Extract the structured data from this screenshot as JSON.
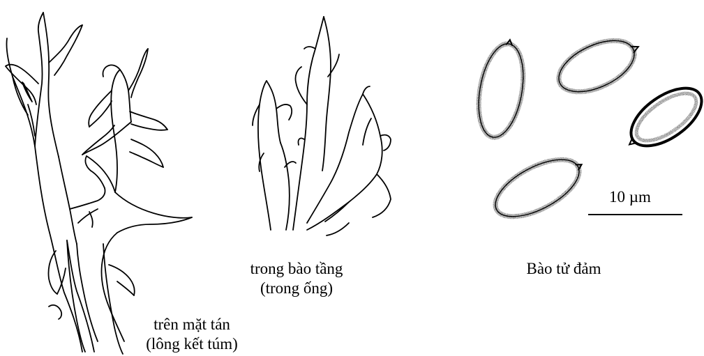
{
  "panels": [
    {
      "id": "surface-hairs",
      "caption_line1": "trên mặt tán",
      "caption_line2": "(lông kết túm)"
    },
    {
      "id": "trama-hairs",
      "caption_line1": "trong bào tầng",
      "caption_line2": "(trong ống)"
    },
    {
      "id": "spores",
      "caption_line1": "Bào tử đảm",
      "caption_line2": ""
    }
  ],
  "scale_bar": {
    "label": "10 µm"
  },
  "colors": {
    "ink": "#000000",
    "background": "#ffffff"
  }
}
